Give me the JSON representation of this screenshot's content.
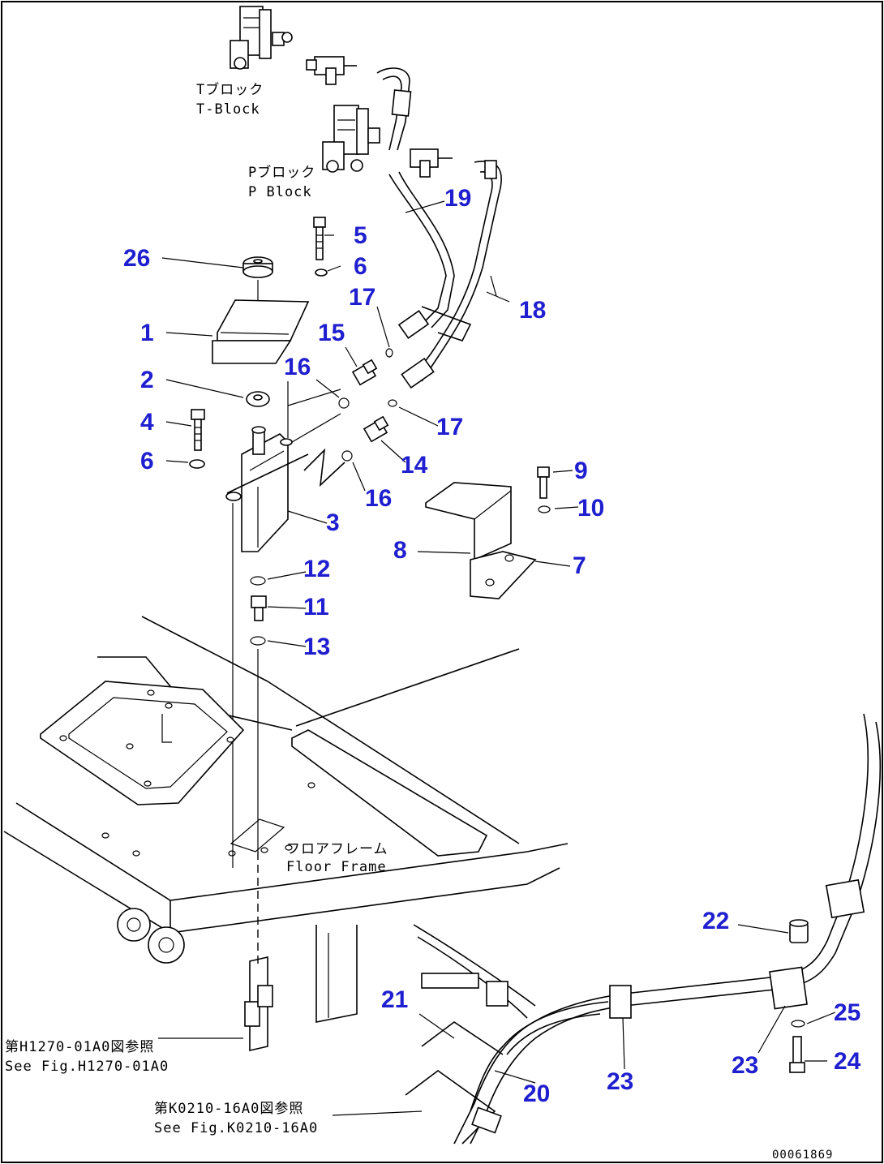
{
  "figure": {
    "drawing_number": "00061869"
  },
  "callouts": [
    {
      "id": "1",
      "label": "1"
    },
    {
      "id": "2",
      "label": "2"
    },
    {
      "id": "3",
      "label": "3"
    },
    {
      "id": "4",
      "label": "4"
    },
    {
      "id": "5",
      "label": "5"
    },
    {
      "id": "6a",
      "label": "6"
    },
    {
      "id": "6b",
      "label": "6"
    },
    {
      "id": "7",
      "label": "7"
    },
    {
      "id": "8",
      "label": "8"
    },
    {
      "id": "9",
      "label": "9"
    },
    {
      "id": "10",
      "label": "10"
    },
    {
      "id": "11",
      "label": "11"
    },
    {
      "id": "12",
      "label": "12"
    },
    {
      "id": "13",
      "label": "13"
    },
    {
      "id": "14",
      "label": "14"
    },
    {
      "id": "15",
      "label": "15"
    },
    {
      "id": "16a",
      "label": "16"
    },
    {
      "id": "16b",
      "label": "16"
    },
    {
      "id": "17a",
      "label": "17"
    },
    {
      "id": "17b",
      "label": "17"
    },
    {
      "id": "18",
      "label": "18"
    },
    {
      "id": "19",
      "label": "19"
    },
    {
      "id": "20",
      "label": "20"
    },
    {
      "id": "21",
      "label": "21"
    },
    {
      "id": "22",
      "label": "22"
    },
    {
      "id": "23a",
      "label": "23"
    },
    {
      "id": "23b",
      "label": "23"
    },
    {
      "id": "24",
      "label": "24"
    },
    {
      "id": "25",
      "label": "25"
    },
    {
      "id": "26",
      "label": "26"
    }
  ],
  "notes": {
    "t_block_jp": "Tブロック",
    "t_block_en": "T-Block",
    "p_block_jp": "Pブロック",
    "p_block_en": "P Block",
    "floor_frame_jp": "フロアフレーム",
    "floor_frame_en": "Floor Frame",
    "ref1_jp": "第H1270-01A0図参照",
    "ref1_en": "See Fig.H1270-01A0",
    "ref2_jp": "第K0210-16A0図参照",
    "ref2_en": "See Fig.K0210-16A0"
  },
  "colors": {
    "callout": "#1f1fd0",
    "line": "#000000",
    "background": "#ffffff"
  }
}
